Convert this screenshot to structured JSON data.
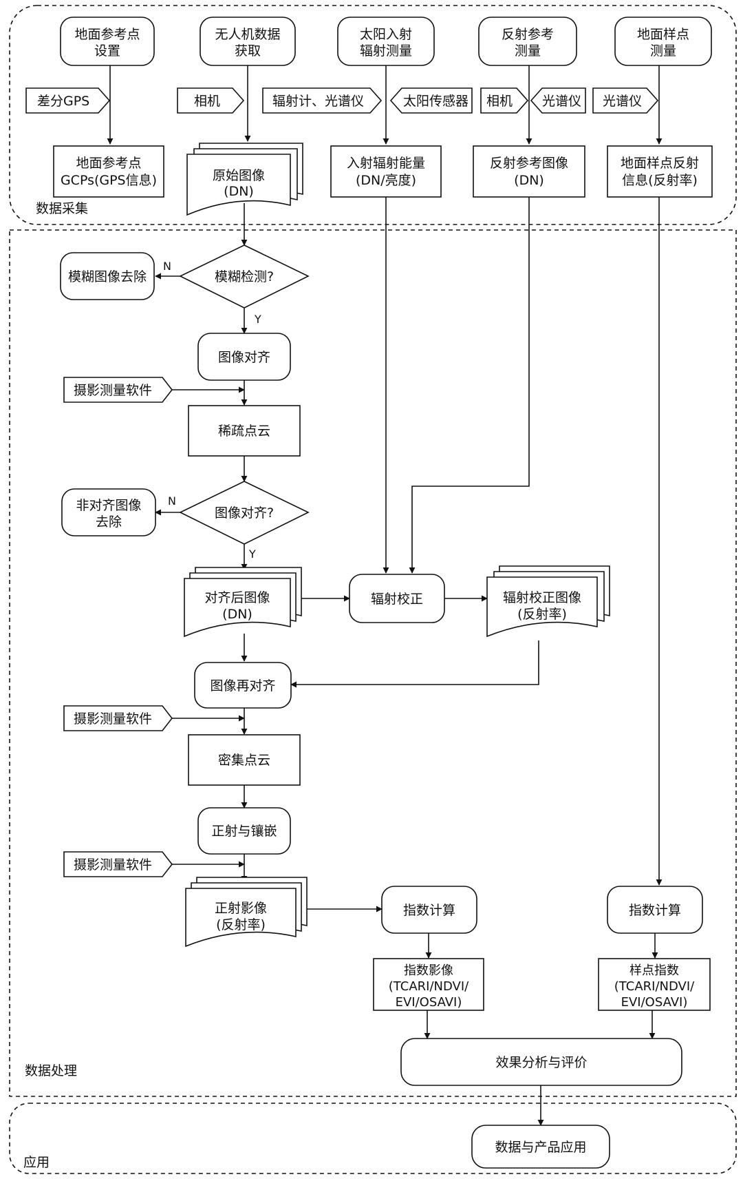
{
  "sections": {
    "collection": "数据采集",
    "processing": "数据处理",
    "application": "应用"
  },
  "nodes": {
    "gcp_setup": [
      "地面参考点",
      "设置"
    ],
    "uav_acquire": [
      "无人机数据",
      "获取"
    ],
    "solar_measure": [
      "太阳入射",
      "辐射测量"
    ],
    "refl_ref_measure": [
      "反射参考",
      "测量"
    ],
    "ground_sample_measure": [
      "地面样点",
      "测量"
    ],
    "gcp_info": [
      "地面参考点",
      "GCPs(GPS信息)"
    ],
    "raw_images": [
      "原始图像",
      "(DN)"
    ],
    "incident_energy": [
      "入射辐射能量",
      "(DN/亮度)"
    ],
    "ref_image": [
      "反射参考图像",
      "(DN)"
    ],
    "sample_reflectance": [
      "地面样点反射",
      "信息(反射率)"
    ],
    "blur_check": [
      "模糊检测?"
    ],
    "blur_remove": [
      "模糊图像去除"
    ],
    "align": [
      "图像对齐"
    ],
    "sparse_cloud": [
      "稀疏点云"
    ],
    "align_check": [
      "图像对齐?"
    ],
    "unaligned_remove": [
      "非对齐图像",
      "去除"
    ],
    "aligned_images": [
      "对齐后图像",
      "(DN)"
    ],
    "radiometric_correction": [
      "辐射校正"
    ],
    "corrected_images": [
      "辐射校正图像",
      "(反射率)"
    ],
    "realign": [
      "图像再对齐"
    ],
    "dense_cloud": [
      "密集点云"
    ],
    "ortho_mosaic": [
      "正射与镶嵌"
    ],
    "orthophoto": [
      "正射影像",
      "(反射率)"
    ],
    "index_calc_1": [
      "指数计算"
    ],
    "index_calc_2": [
      "指数计算"
    ],
    "index_image": [
      "指数影像",
      "(TCARI/NDVI/",
      "EVI/OSAVI)"
    ],
    "sample_index": [
      "样点指数",
      "(TCARI/NDVI/",
      "EVI/OSAVI)"
    ],
    "evaluation": [
      "效果分析与评价"
    ],
    "application": [
      "数据与产品应用"
    ]
  },
  "tags": {
    "dgps": "差分GPS",
    "camera_1": "相机",
    "radiometer": "辐射计、光谱仪",
    "sun_sensor": "太阳传感器",
    "camera_2": "相机",
    "spectrometer_1": "光谱仪",
    "spectrometer_2": "光谱仪",
    "photogrammetry_1": "摄影测量软件",
    "photogrammetry_2": "摄影测量软件",
    "photogrammetry_3": "摄影测量软件"
  },
  "branch_labels": {
    "no": "N",
    "yes": "Y"
  }
}
